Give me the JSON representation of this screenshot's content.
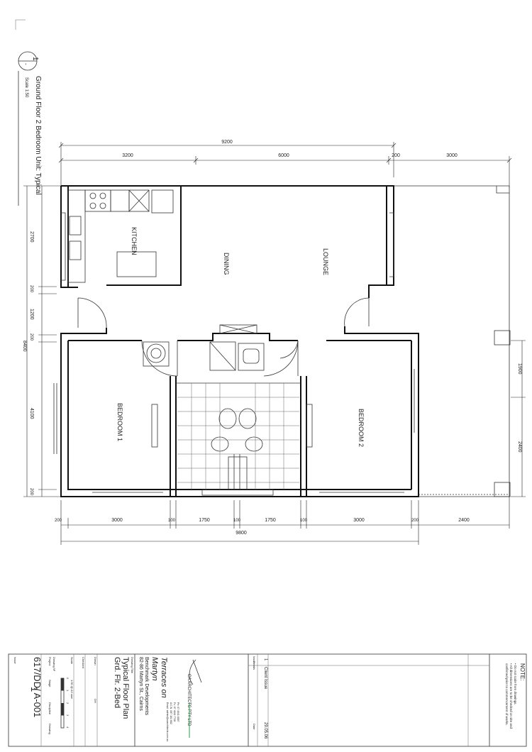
{
  "drawing": {
    "number": "1",
    "title": "Ground Floor 2 Bedroom Unit: Typical",
    "scale": "Scale 1:50"
  },
  "rooms": {
    "kitchen": "KITCHEN",
    "dining": "DINING",
    "lounge": "LOUNGE",
    "bedroom1": "BEDROOM 1",
    "bedroom2": "BEDROOM 2"
  },
  "dims_top": {
    "overall": "9200",
    "a": "3200",
    "b": "6000",
    "c": "200",
    "d": "3000"
  },
  "dims_left": {
    "overall": "8400",
    "a": "2700",
    "b": "200",
    "c": "1200",
    "d": "200",
    "e": "4100",
    "f": "200"
  },
  "dims_bottom": {
    "overall": "9800",
    "a": "200",
    "b": "3000",
    "c": "100",
    "d": "1750",
    "e": "100",
    "f": "1750",
    "g": "100",
    "h": "3000",
    "i": "200",
    "j": "2400"
  },
  "dims_right": {
    "a": "1900",
    "b": "2400"
  },
  "notes": {
    "heading": "NOTE:",
    "line1": "• Do not scale from drawings.",
    "line2": "• All dimensions are to be checked on site and",
    "line3": "confirmed prior to commencement of works."
  },
  "revisions": {
    "rev": "1",
    "desc": "Client Issue",
    "date": "29.05.06",
    "col_issue": "Issue",
    "col_details": "Details",
    "col_date": "Date"
  },
  "firm": {
    "name": "CA ARCHITECTS PTY LTD",
    "info1": "Ph: 07 4041 6587",
    "info2": "Fx: 07 4041 7728",
    "info3": "A.C.N. 087 101 682",
    "info4": "Email: admin@caarchitects.com.au"
  },
  "project": {
    "name1": "Terraces on",
    "name2": "Martyn",
    "client": "Benchmark Developments",
    "address": "82-86 Martyn St., Cairns"
  },
  "titleblock": {
    "title_label": "Drawing Title",
    "title1": "Typical Floor Plan",
    "title2": "Grd. Flr. 2-Bed",
    "drawn_label": "Drawn",
    "drawn_value": "DH",
    "checked_label": "Checked",
    "scale_label": "Scale",
    "scale_value": "1:50 @ A3 size",
    "scalebar_0": "0",
    "scalebar_1": "1",
    "scalebar_2": "2",
    "scalebar_3": "3",
    "scalebar_4": "4",
    "drawno_label": "Drawing Nº",
    "col_project": "Project",
    "col_stage": "Stage",
    "col_discipline": "Discipline",
    "col_drawing": "Drawing",
    "number": "617/DD/ A-001",
    "issue_label": "Issue",
    "issue_value": "1"
  }
}
